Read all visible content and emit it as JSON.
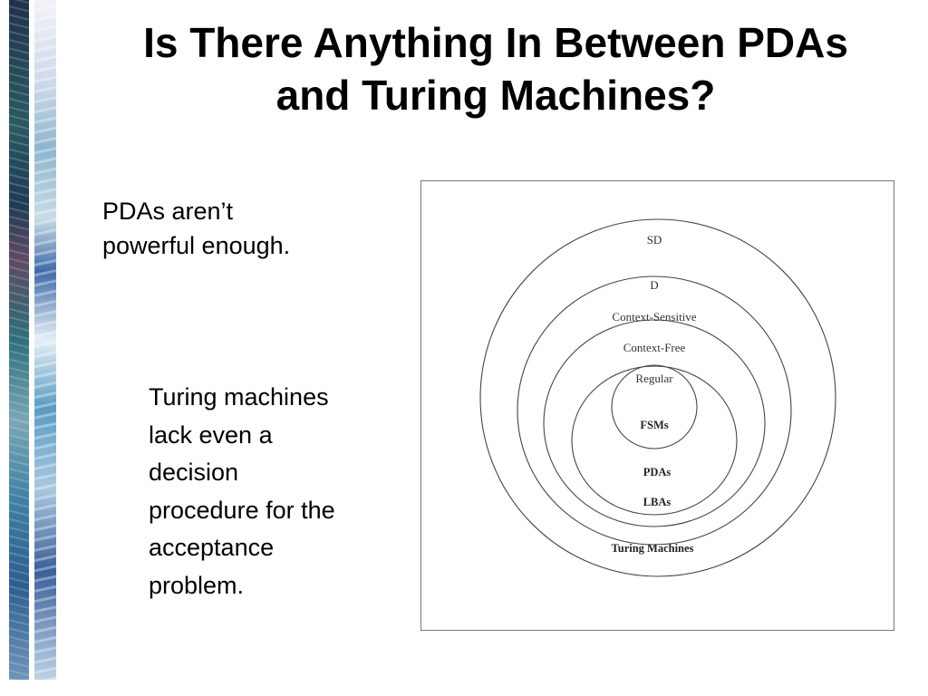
{
  "slide": {
    "title_lines": [
      "Is There Anything In Between PDAs",
      "and Turing Machines?"
    ],
    "text_block_1": [
      "PDAs aren’t",
      "powerful enough."
    ],
    "text_block_2": [
      "Turing machines",
      "lack even a",
      "decision",
      "procedure for the",
      "acceptance",
      "problem."
    ]
  },
  "diagram": {
    "language_labels": [
      "SD",
      "D",
      "Context-Sensitive",
      "Context-Free",
      "Regular"
    ],
    "machine_labels": [
      "FSMs",
      "PDAs",
      "LBAs",
      "Turing Machines"
    ]
  }
}
